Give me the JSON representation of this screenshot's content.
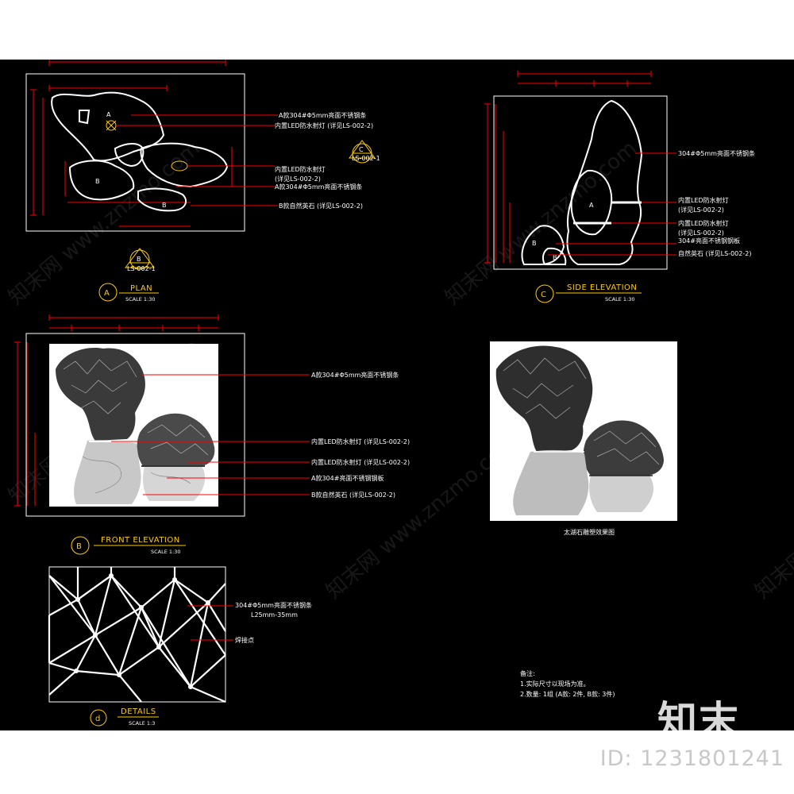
{
  "colors": {
    "background": "#000000",
    "dimension": "#ff0000",
    "outline": "#ffffff",
    "title": "#ffcc00",
    "leader": "#ff0000",
    "page": "#ffffff"
  },
  "views": {
    "plan": {
      "marker": "A",
      "title": "PLAN",
      "scale": "SCALE  1:30",
      "section_marks": [
        {
          "letter": "C",
          "ref": "LS-002-1"
        },
        {
          "letter": "B",
          "ref": "LS-002-1"
        }
      ],
      "rock_labels": [
        "A",
        "B",
        "B"
      ],
      "callouts": [
        "A款304#Φ5mm亮面不锈钢条",
        "内置LED防水射灯 (详见LS-002-2)",
        "内置LED防水射灯",
        "(详见LS-002-2)",
        "A款304#Φ5mm亮面不锈钢条",
        "B款自然英石 (详见LS-002-2)"
      ]
    },
    "side": {
      "marker": "C",
      "title": "SIDE ELEVATION",
      "scale": "SCALE  1:30",
      "rock_labels": [
        "A",
        "B",
        "B"
      ],
      "callouts": [
        "304#Φ5mm亮面不锈钢条",
        "内置LED防水射灯",
        "(详见LS-002-2)",
        "内置LED防水射灯",
        "(详见LS-002-2)",
        "304#亮面不锈钢钢板",
        "自然英石 (详见LS-002-2)"
      ]
    },
    "front": {
      "marker": "B",
      "title": "FRONT ELEVATION",
      "scale": "SCALE  1:30",
      "callouts": [
        "A款304#Φ5mm亮面不锈钢条",
        "内置LED防水射灯 (详见LS-002-2)",
        "内置LED防水射灯 (详见LS-002-2)",
        "A款304#亮面不锈钢钢板",
        "B款自然英石 (详见LS-002-2)"
      ]
    },
    "details": {
      "marker": "d",
      "title": "DETAILS",
      "scale": "SCALE  1:3",
      "callouts": [
        "304#Φ5mm亮面不锈钢条",
        "L25mm-35mm",
        "焊接点"
      ]
    }
  },
  "render": {
    "caption": "太湖石雕塑效果图"
  },
  "notes": {
    "heading": "备注:",
    "lines": [
      "1.实际尺寸以现场为准。",
      "2.数量: 1组 (A款: 2件, B款: 3件)"
    ]
  },
  "watermark": {
    "brand": "知末",
    "site": "知末网 www.znzmo.com",
    "image_id": "ID: 1231801241"
  }
}
